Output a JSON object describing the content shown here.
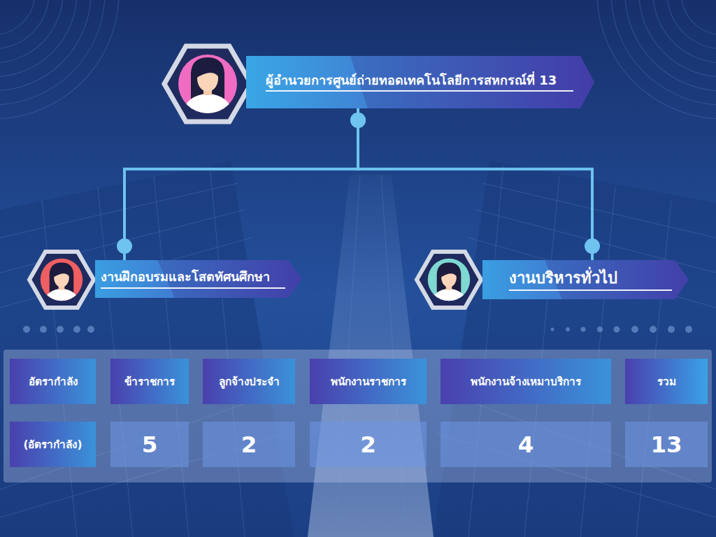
{
  "diagram": {
    "nodes": [
      {
        "text": [
          "ผู้อำนวยการศูนย์ถ่ายทอดเทคโนโลยีการสหกรณ์ที่ 13"
        ]
      },
      {
        "text": [
          "งานฝึกอบรมและโสตทัศนศึกษา"
        ]
      },
      {
        "text": [
          "งานบริหารทั่วไป"
        ]
      }
    ],
    "edges": [
      {
        "from": 0,
        "to": 1,
        "arrow": "none"
      },
      {
        "from": 0,
        "to": 2,
        "arrow": "none"
      }
    ],
    "labels": [
      "อัตรากำลัง",
      "ข้าราชการ",
      "ลูกจ้างประจำ",
      "พนักงานราชการ",
      "พนักงานจ้างเหมาบริการ",
      "รวม",
      "(อัตรากำลัง)",
      "5",
      "2",
      "2",
      "4",
      "13"
    ]
  }
}
